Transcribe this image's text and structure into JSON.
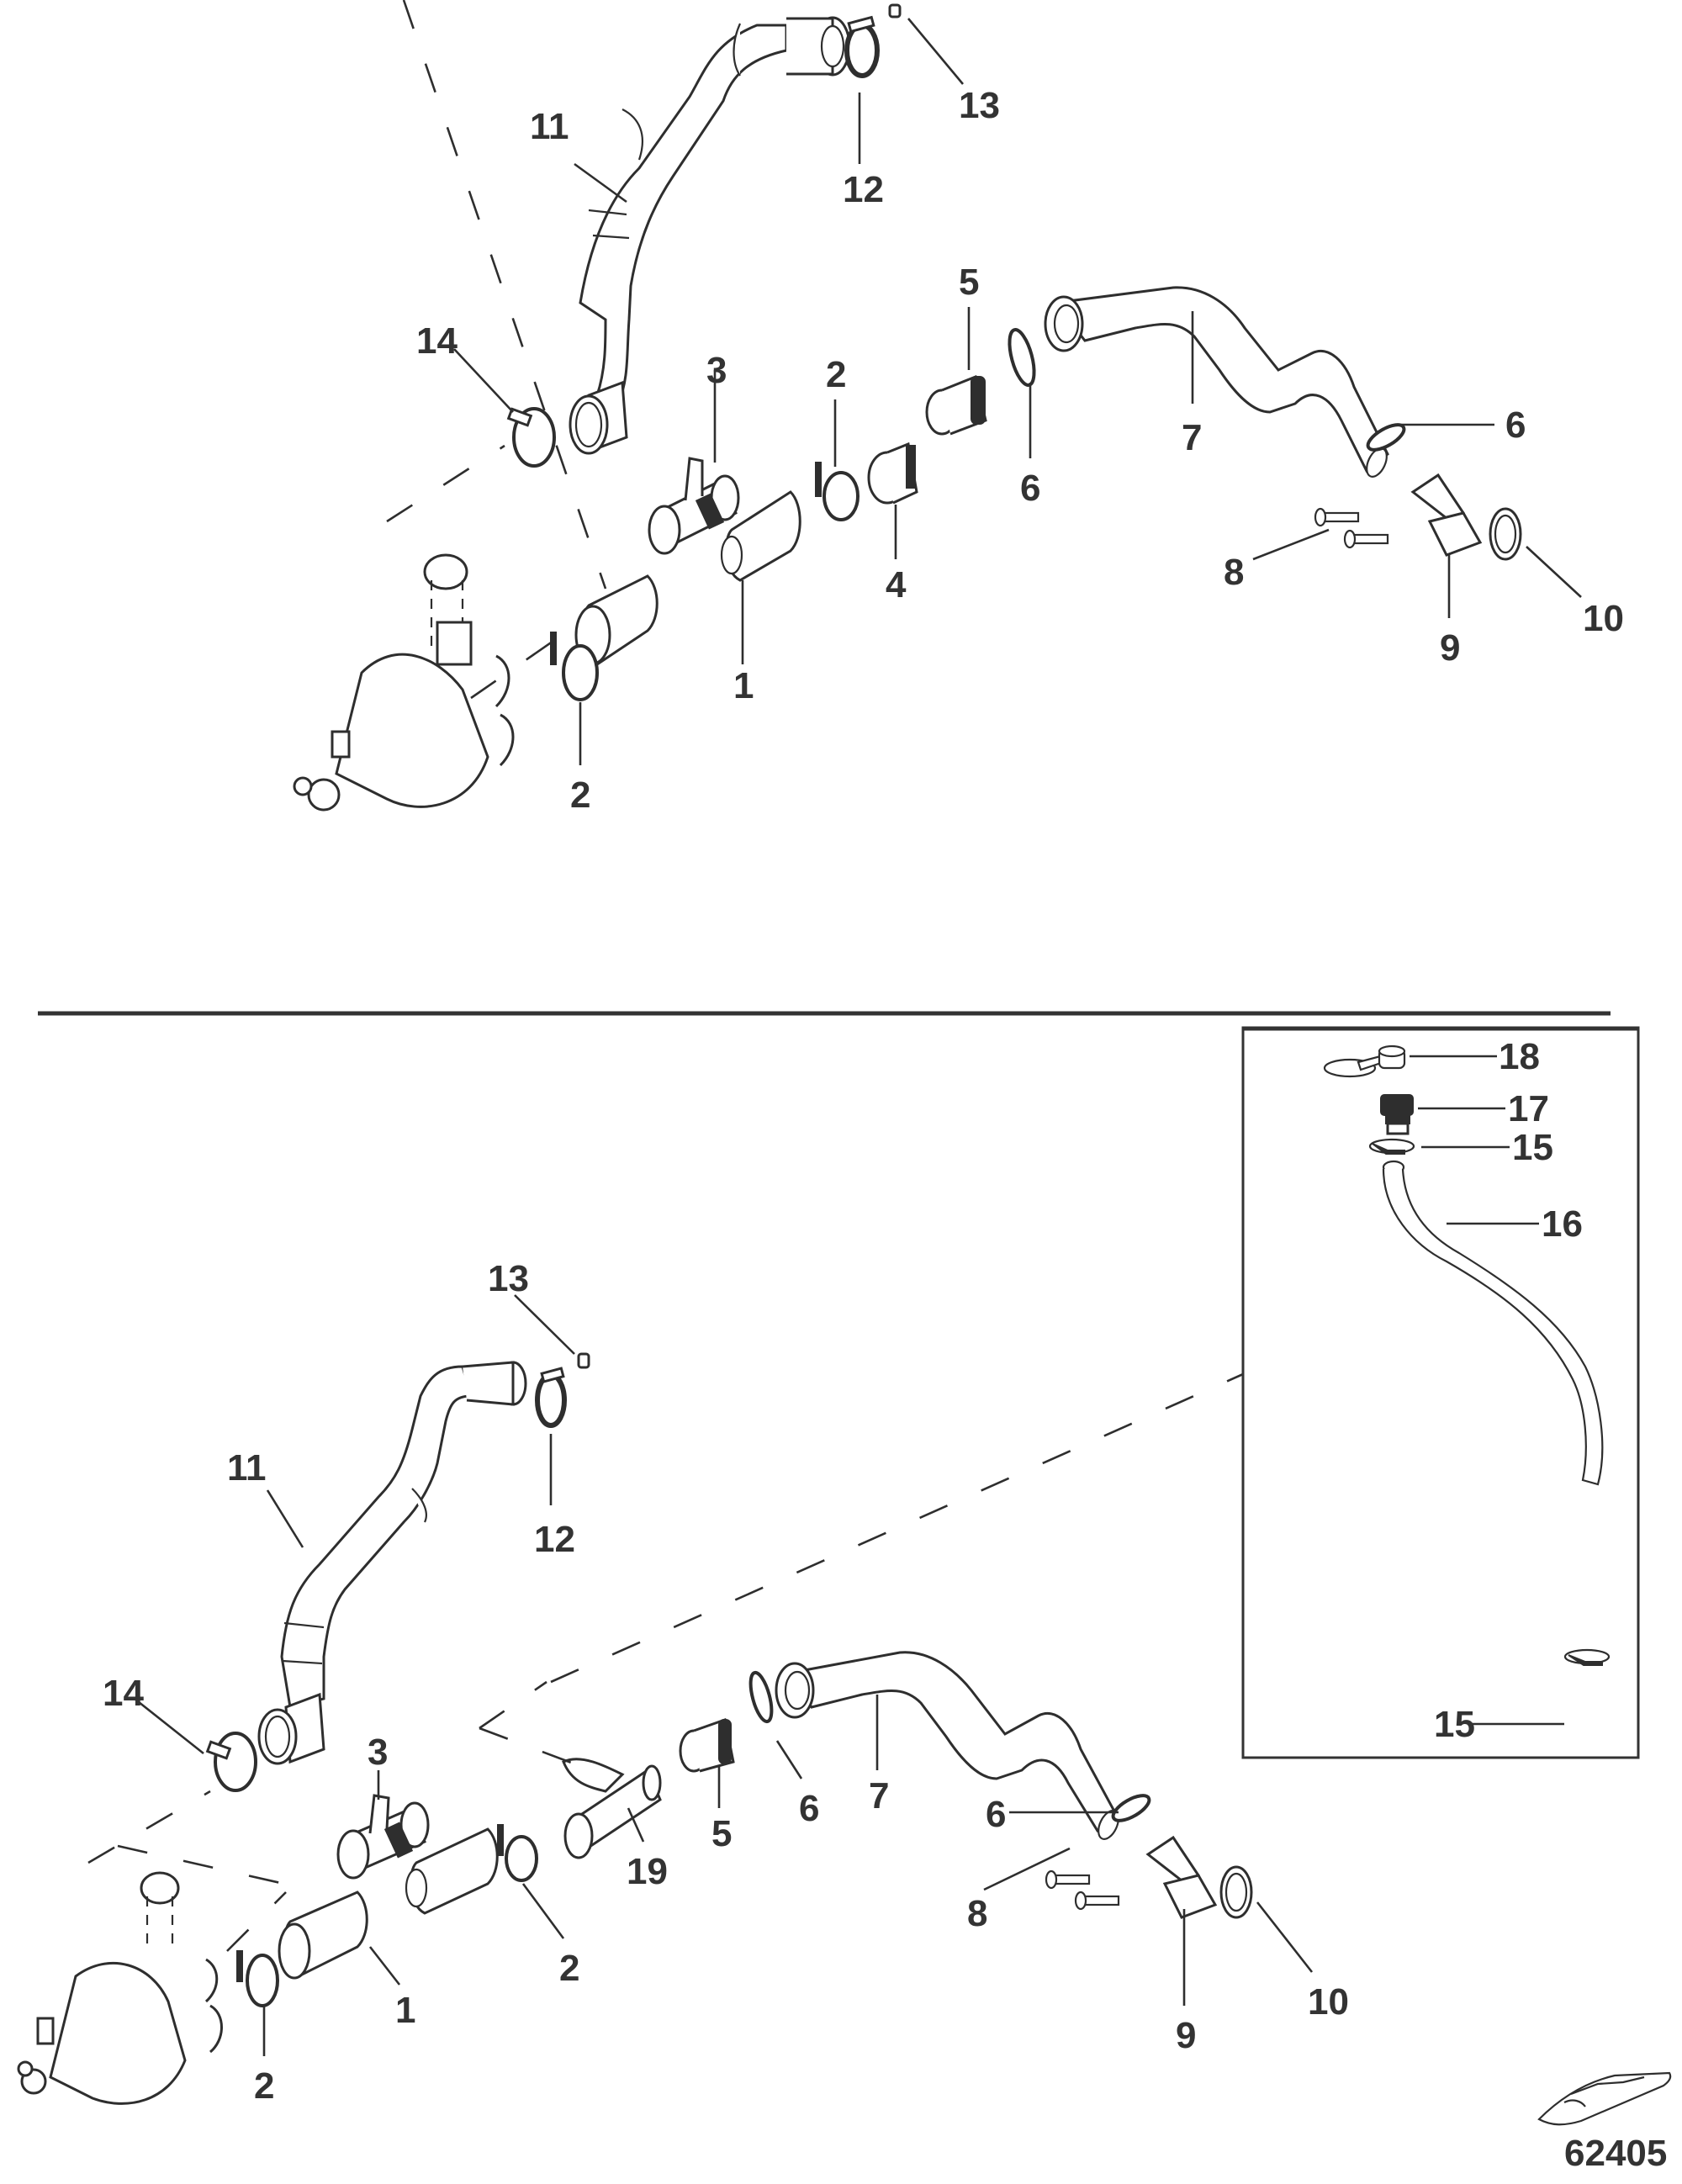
{
  "figure": {
    "figure_number": "62405",
    "boat_icon": "boat-icon"
  },
  "top_diagram": {
    "callouts": {
      "c1": "1",
      "c2a": "2",
      "c2b": "2",
      "c3": "3",
      "c4": "4",
      "c5": "5",
      "c6a": "6",
      "c6b": "6",
      "c7": "7",
      "c8": "8",
      "c9": "9",
      "c10": "10",
      "c11": "11",
      "c12": "12",
      "c13": "13",
      "c14": "14"
    }
  },
  "bottom_diagram": {
    "callouts": {
      "c1": "1",
      "c2a": "2",
      "c2b": "2",
      "c3": "3",
      "c5": "5",
      "c6a": "6",
      "c6b": "6",
      "c7": "7",
      "c8": "8",
      "c9": "9",
      "c10": "10",
      "c11": "11",
      "c12": "12",
      "c13": "13",
      "c14": "14",
      "c19": "19"
    },
    "inset": {
      "callouts": {
        "c15a": "15",
        "c15b": "15",
        "c16": "16",
        "c17": "17",
        "c18": "18"
      }
    }
  }
}
